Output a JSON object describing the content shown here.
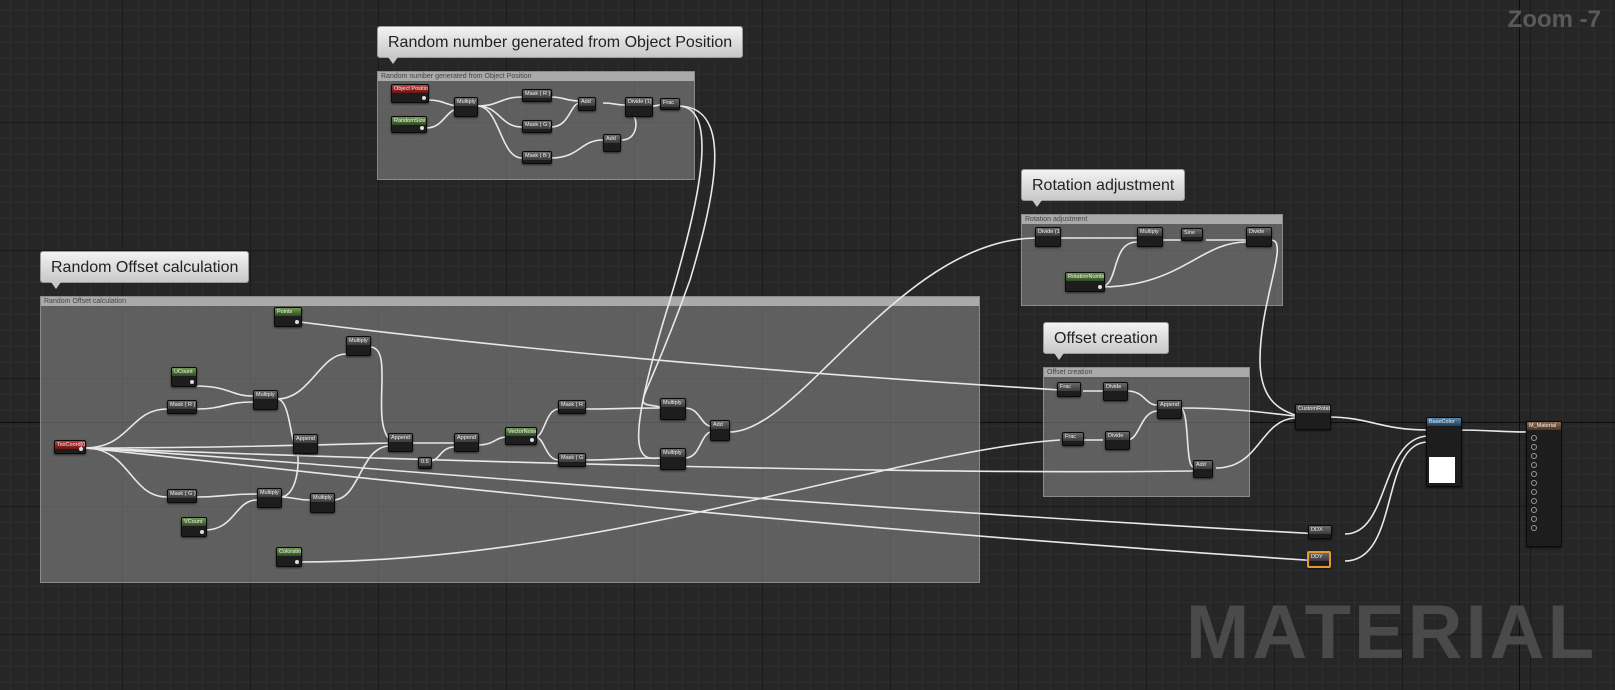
{
  "viewport": {
    "zoom_label": "Zoom -7",
    "watermark": "MATERIAL"
  },
  "comment_boxes": [
    {
      "id": "random-number",
      "title": "Random number generated from Object Position"
    },
    {
      "id": "rotation",
      "title": "Rotation adjustment"
    },
    {
      "id": "offset",
      "title": "Offset creation"
    },
    {
      "id": "random-offset",
      "title": "Random Offset calculation"
    }
  ],
  "nodes": {
    "object_position": "Object Position",
    "random_size": "RandomSize",
    "multiply_a": "Multiply",
    "mask_r": "Mask ( R )",
    "mask_g": "Mask ( G )",
    "mask_b": "Mask ( B )",
    "add_a": "Add",
    "add_b": "Add",
    "divide_a": "Divide (1)",
    "frac_a": "Frac",
    "divide_rot": "Divide (1)",
    "multiply_rot": "Multiply",
    "sine": "Sine",
    "divide_rot2": "Divide",
    "rotation_number": "RotationNumber",
    "frac_o1": "Frac",
    "divide_o1": "Divide",
    "append_o": "Append",
    "frac_o2": "Frac",
    "divide_o2": "Divide",
    "add_o": "Add",
    "custom_rotator": "CustomRotator",
    "base_color": "BaseColor",
    "m_output": "M_Material",
    "texcoord": "TexCoord[0]",
    "mask_r2": "Mask ( R )",
    "mask_g2": "Mask ( G )",
    "ucount": "UCount",
    "vcount": "VCount",
    "multiply_b": "Multiply",
    "multiply_c": "Multiply",
    "multiply_d": "Multiply",
    "multiply_e": "Multiply",
    "points": "Points",
    "append_a": "Append",
    "append_b": "Append",
    "append_c": "Append",
    "const_a": "0.5",
    "vector_noise": "VectorNoise",
    "mask_r3": "Mask ( R )",
    "mask_g3": "Mask ( G )",
    "multiply_f": "Multiply",
    "multiply_g": "Multiply",
    "add_c": "Add",
    "coloration": "Coloration",
    "ddx": "DDX",
    "ddy": "DDY"
  },
  "colors": {
    "background": "#262626",
    "comment_fill": "#828282",
    "wire": "#ffffff",
    "param_header": "#5d8a44",
    "vector_param_header": "#b83232",
    "selection": "#e69a2a"
  }
}
